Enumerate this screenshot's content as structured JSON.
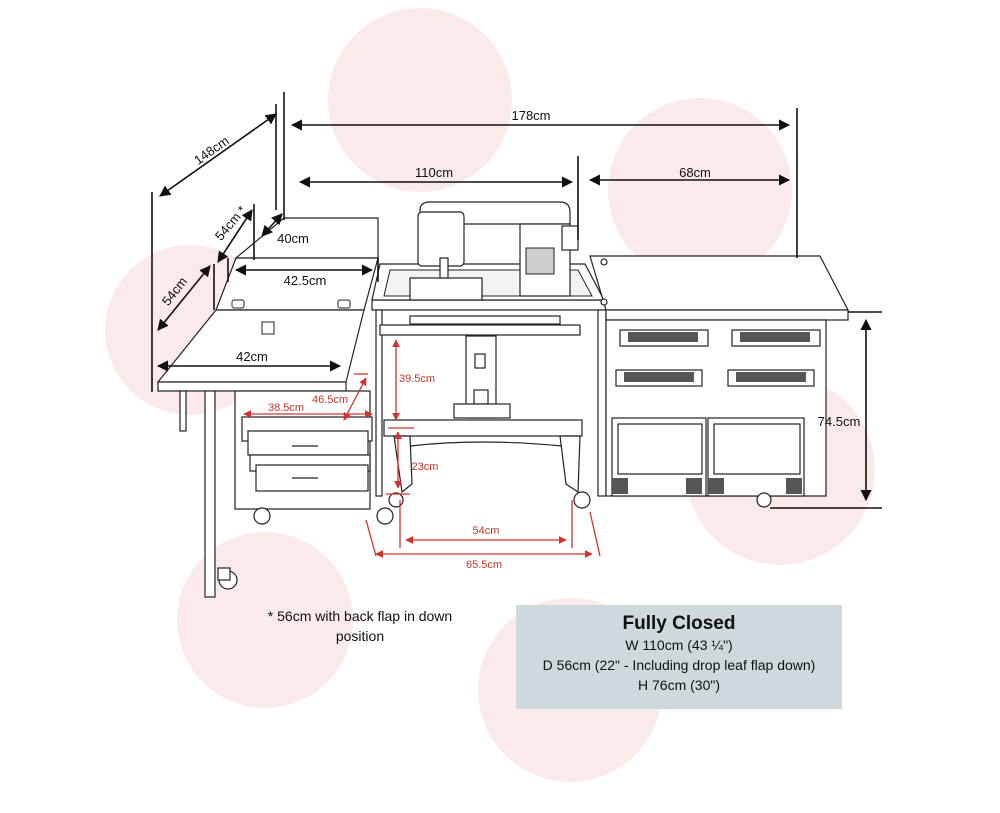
{
  "colors": {
    "dimension_red": "#d0342c",
    "watermark": "#fbeaea",
    "info_box": "#cdd9dc"
  },
  "dimensions": {
    "total_width": "178cm",
    "depth_open": "148cm",
    "center_width": "110cm",
    "right_width": "68cm",
    "flap_depth": "54cm *",
    "back_depth": "40cm",
    "leaf_depth": "54cm",
    "inner_width": "42.5cm",
    "leaf_width": "42cm",
    "height": "74.5cm"
  },
  "red_dimensions": {
    "drawer_width": "38.5cm",
    "drawer_diag": "46.5cm",
    "knee_height": "39.5cm",
    "leg_clearance": "23cm",
    "inner_base": "54cm",
    "outer_base": "65.5cm"
  },
  "note": "* 56cm with back flap in down position",
  "info": {
    "title": "Fully Closed",
    "lines": [
      "W 110cm (43 ¼\")",
      "D 56cm (22\" - Including drop leaf flap down)",
      "H 76cm (30\")"
    ]
  }
}
